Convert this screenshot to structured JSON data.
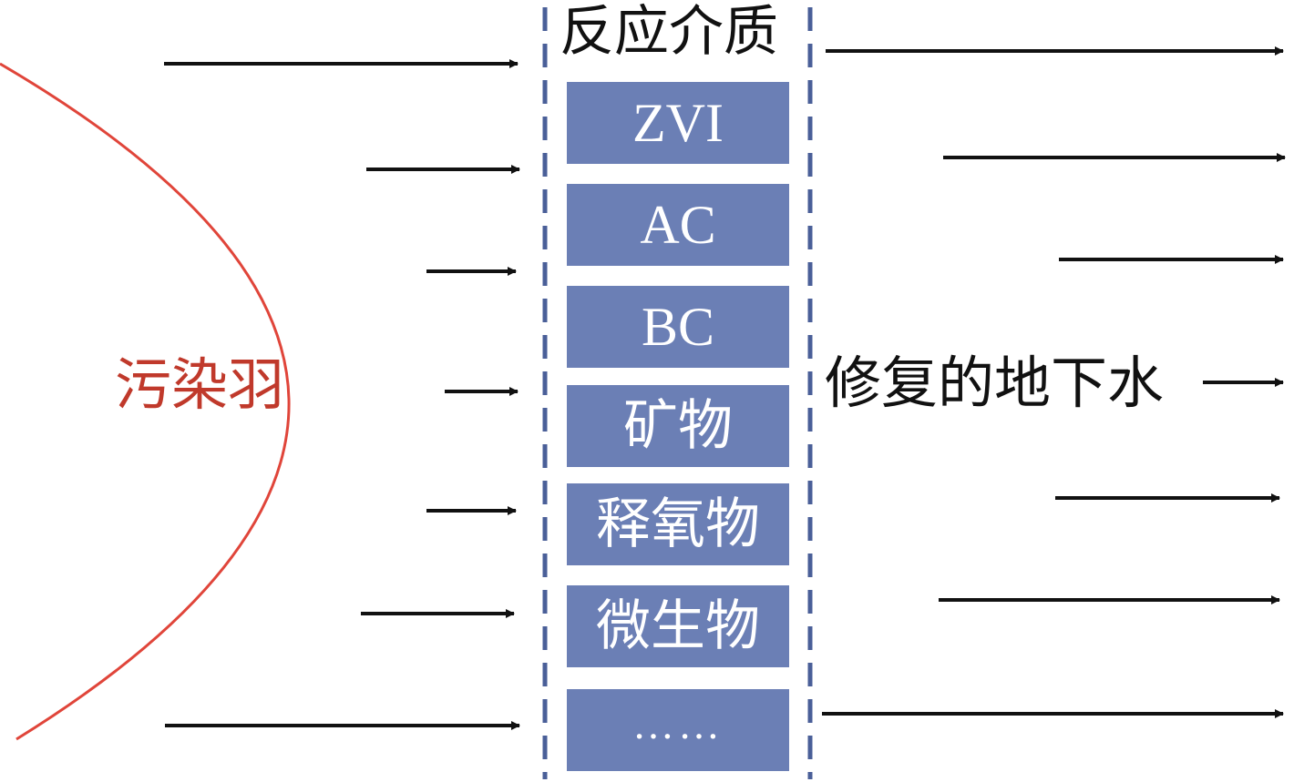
{
  "labels": {
    "plume": "污染羽",
    "reactive_medium": "反应介质",
    "remediated_groundwater": "修复的地下水"
  },
  "media": [
    {
      "key": "zvi",
      "label": "ZVI"
    },
    {
      "key": "ac",
      "label": "AC"
    },
    {
      "key": "bc",
      "label": "BC"
    },
    {
      "key": "mineral",
      "label": "矿物"
    },
    {
      "key": "oxygen",
      "label": "释氧物"
    },
    {
      "key": "microbe",
      "label": "微生物"
    },
    {
      "key": "more",
      "label": "……"
    }
  ],
  "colors": {
    "plume_curve": "#e0453a",
    "plume_text": "#c0392b",
    "box_fill": "#6b7fb5",
    "box_text": "#ffffff",
    "dashed_wall": "#4a5f98",
    "arrow": "#111111"
  }
}
